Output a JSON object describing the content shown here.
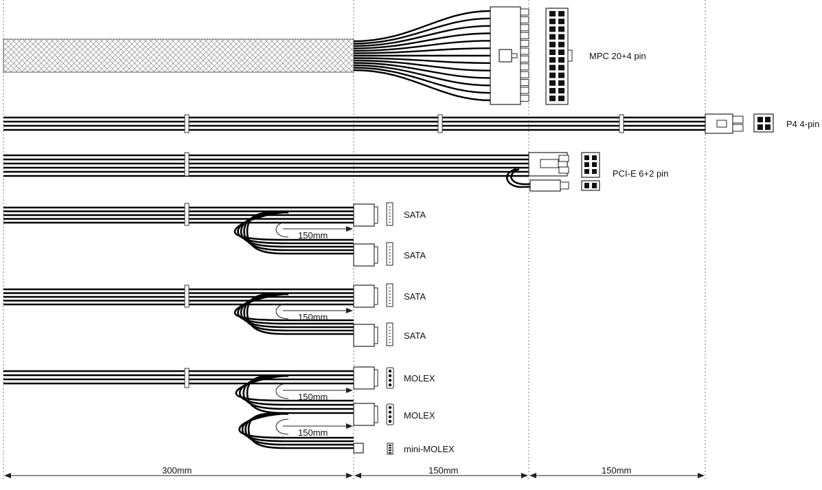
{
  "connectors": {
    "atx": "MPC 20+4 pin",
    "p4": "P4 4-pin",
    "pcie": "PCI-E 6+2 pin",
    "sata1": "SATA",
    "sata2": "SATA",
    "sata3": "SATA",
    "sata4": "SATA",
    "molex1": "MOLEX",
    "molex2": "MOLEX",
    "mini_molex": "mini-MOLEX"
  },
  "spacing": {
    "sata_a": "150mm",
    "sata_b": "150mm",
    "molex_a": "150mm",
    "molex_b": "150mm"
  },
  "dimensions": {
    "first": "300mm",
    "second": "150mm",
    "third": "150mm"
  },
  "colors": {
    "cable": "#000000",
    "outline": "#333333",
    "guide": "#777777"
  }
}
